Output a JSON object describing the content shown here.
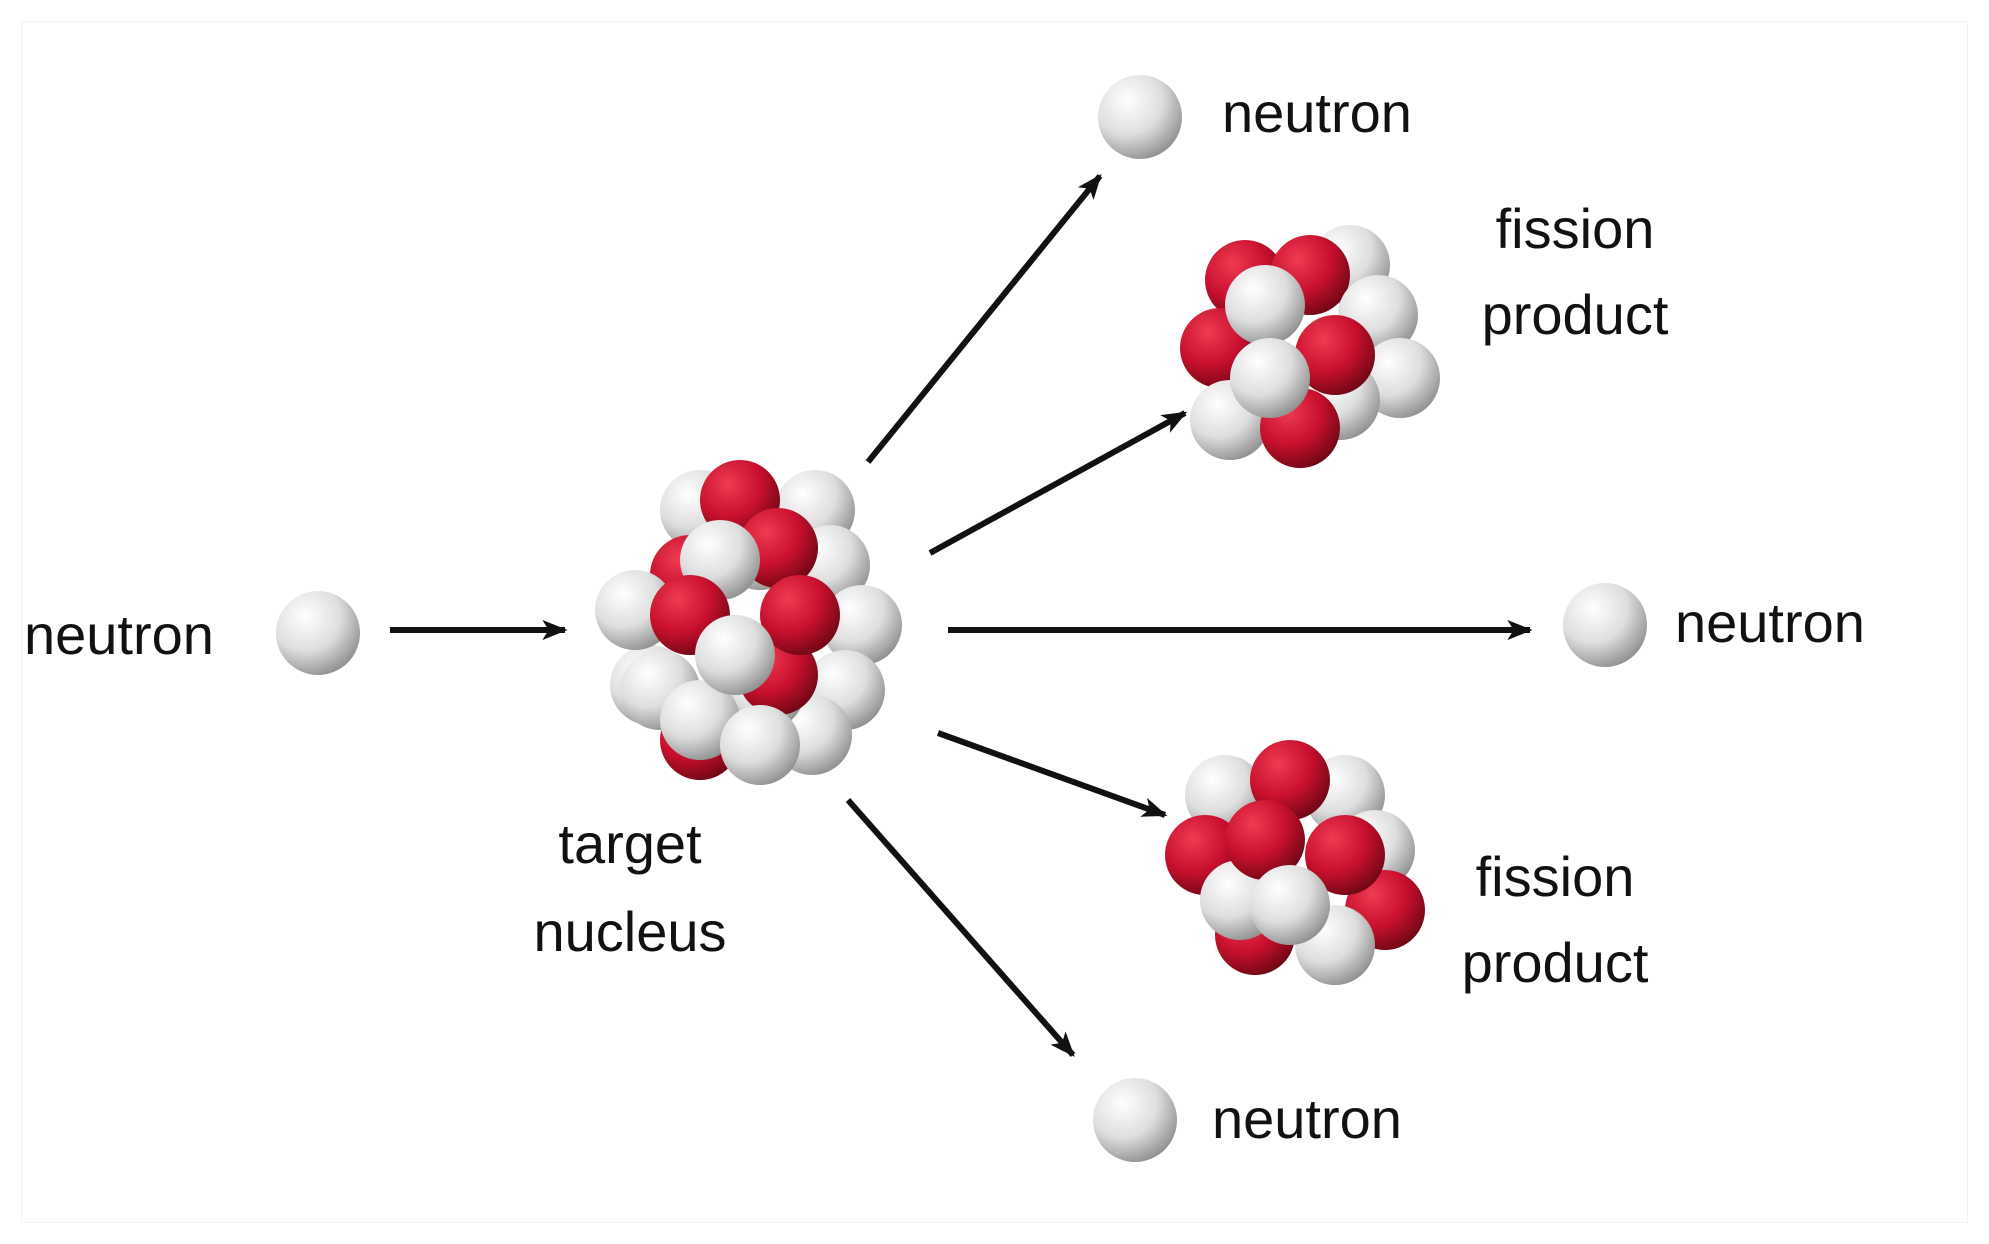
{
  "labels": {
    "neutron_in": "neutron",
    "target_line1": "target",
    "target_line2": "nucleus",
    "neutron_top": "neutron",
    "fission_top_line1": "fission",
    "fission_top_line2": "product",
    "neutron_right": "neutron",
    "fission_bottom_line1": "fission",
    "fission_bottom_line2": "product",
    "neutron_bottom": "neutron"
  },
  "colors": {
    "proton": "#c8102e",
    "neutron": "#e6e6e6",
    "arrow": "#111111",
    "text": "#111111",
    "background": "#ffffff"
  },
  "icons": {
    "proton": "red-sphere",
    "neutron": "white-sphere",
    "arrow": "arrow-right"
  }
}
